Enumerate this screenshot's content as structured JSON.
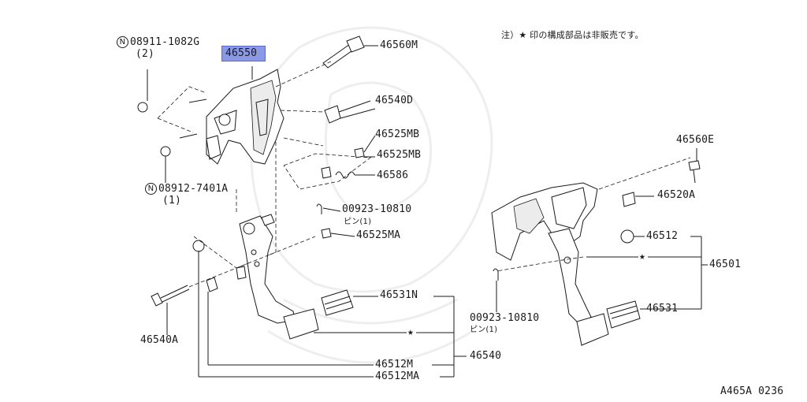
{
  "note": "注）★ 印の構成部品は非販売です。",
  "figure_code": "A465A 0236",
  "parts": {
    "p08911": {
      "symbol": "N",
      "number": "08911-1082G",
      "qty": "(2)"
    },
    "p46550": {
      "number": "46550"
    },
    "p46560M": {
      "number": "46560M"
    },
    "p46540D": {
      "number": "46540D"
    },
    "p46525MB_1": {
      "number": "46525MB"
    },
    "p46525MB_2": {
      "number": "46525MB"
    },
    "p46586": {
      "number": "46586"
    },
    "p08912": {
      "symbol": "N",
      "number": "08912-7401A",
      "qty": "(1)"
    },
    "p00923_left": {
      "number": "00923-10810",
      "desc": "ピン(1)"
    },
    "p46525MA": {
      "number": "46525MA"
    },
    "p46531N": {
      "number": "46531N"
    },
    "p46540A": {
      "number": "46540A"
    },
    "p46512M": {
      "number": "46512M"
    },
    "p46512MA": {
      "number": "46512MA"
    },
    "p46540": {
      "number": "46540"
    },
    "p46560E": {
      "number": "46560E"
    },
    "p46520A": {
      "number": "46520A"
    },
    "p46512": {
      "number": "46512"
    },
    "p46501": {
      "number": "46501"
    },
    "p00923_right": {
      "number": "00923-10810",
      "desc": "ピン(1)"
    },
    "p46531": {
      "number": "46531"
    }
  },
  "star_symbol": "★",
  "colors": {
    "highlight": "#8a98e6",
    "line": "#1a1a1a",
    "watermark": "#eeeeee"
  }
}
